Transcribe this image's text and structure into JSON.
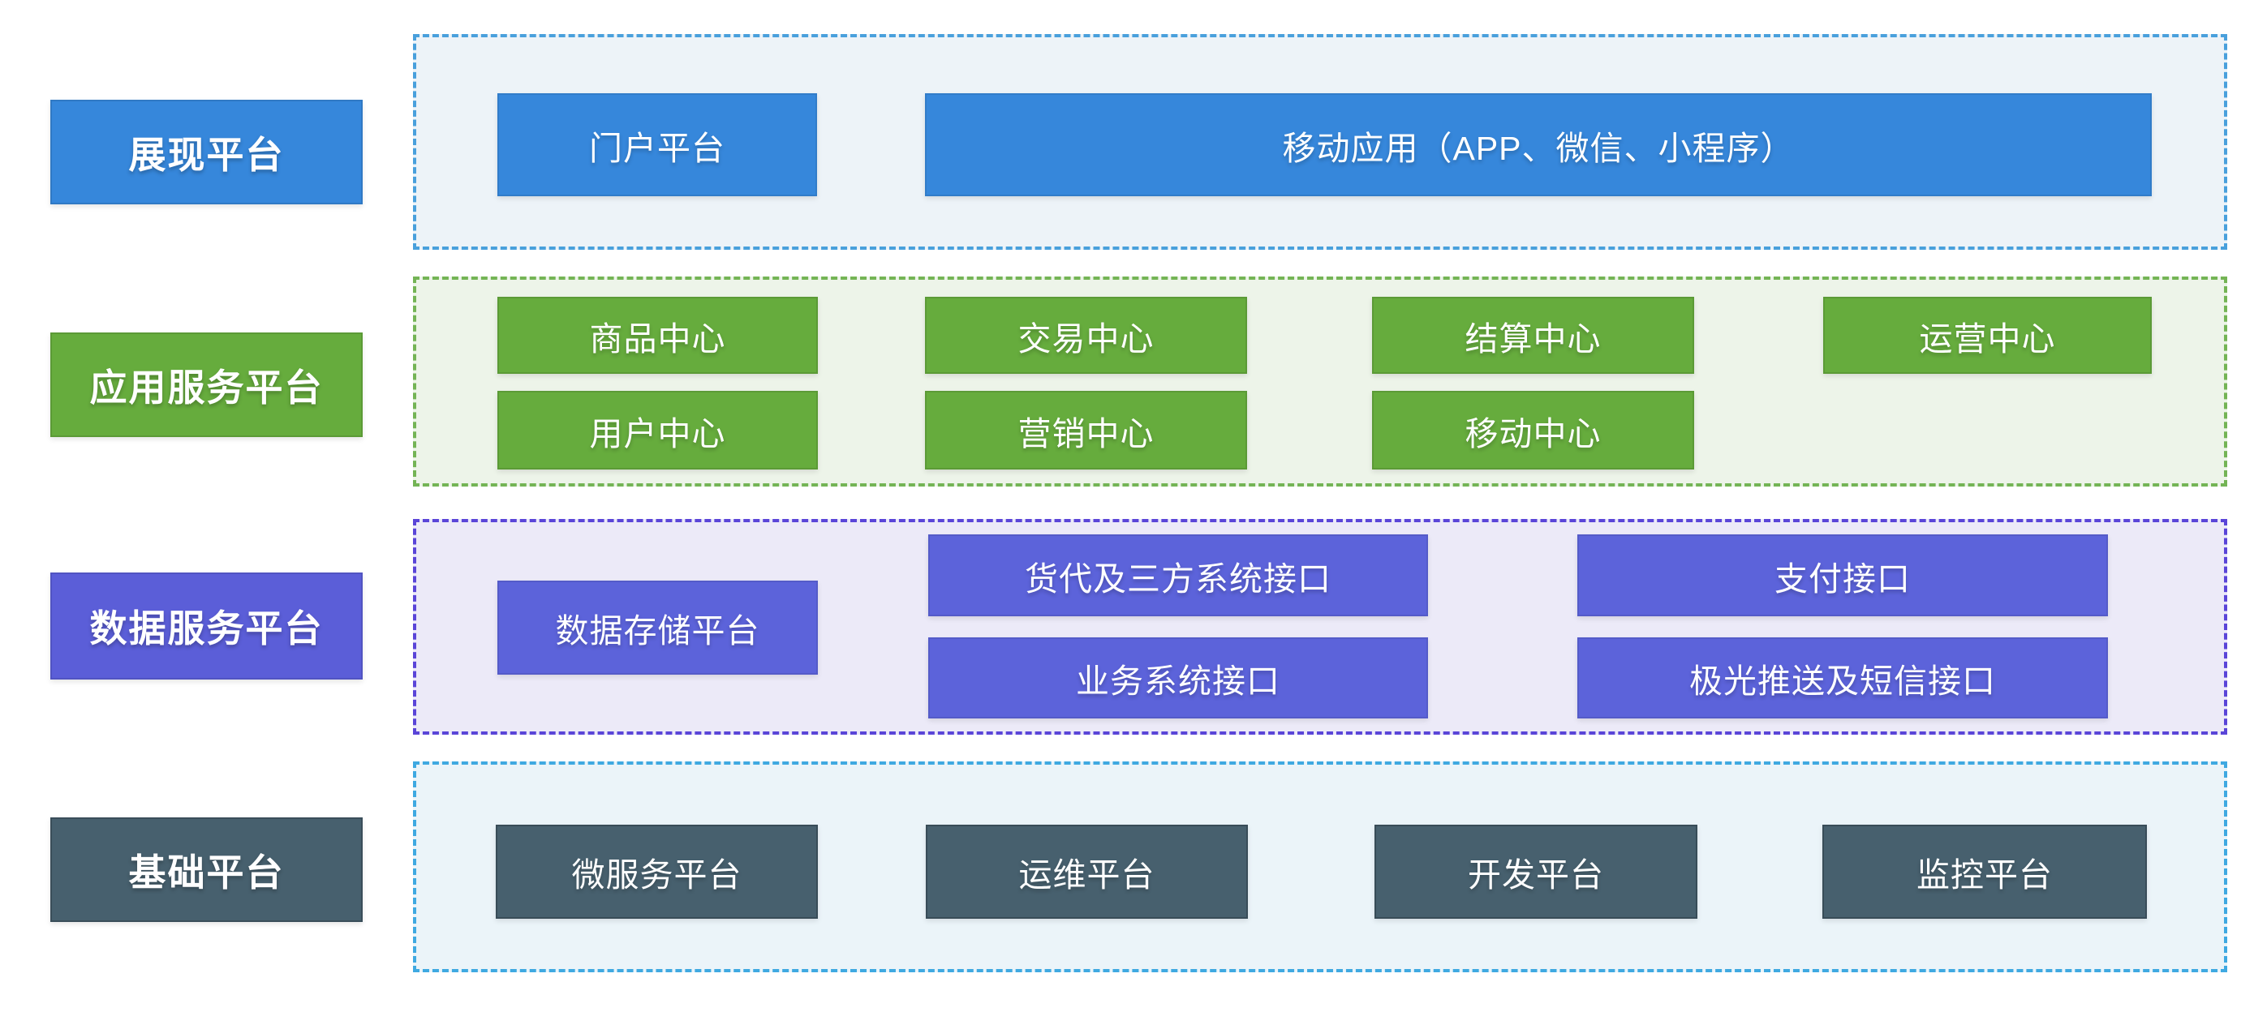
{
  "palette": {
    "tier1_blue": "#3687DB",
    "tier2_green": "#66AC3D",
    "tier3_purple": "#5C63DA",
    "tier4_dark": "#47606E",
    "group1_fill": "#EDF3F8",
    "group1_border": "#49A0DC",
    "group2_fill": "#EDF4E9",
    "group2_border": "#74B455",
    "group3_fill": "#ECEAF8",
    "group3_border": "#5A45D8",
    "group4_fill": "#EBF4F9",
    "group4_border": "#3FA9E1",
    "text": "#FFFFFF"
  },
  "rows": [
    {
      "label": "展现平台",
      "boxes": [
        "门户平台",
        "移动应用（APP、微信、小程序）"
      ]
    },
    {
      "label": "应用服务平台",
      "boxes": [
        "商品中心",
        "交易中心",
        "结算中心",
        "运营中心",
        "用户中心",
        "营销中心",
        "移动中心"
      ]
    },
    {
      "label": "数据服务平台",
      "boxes": [
        "数据存储平台",
        "货代及三方系统接口",
        "业务系统接口",
        "支付接口",
        "极光推送及短信接口"
      ]
    },
    {
      "label": "基础平台",
      "boxes": [
        "微服务平台",
        "运维平台",
        "开发平台",
        "监控平台"
      ]
    }
  ]
}
